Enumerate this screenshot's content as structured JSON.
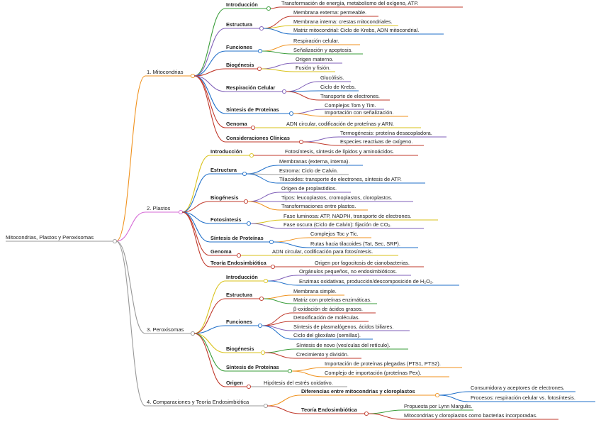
{
  "title": "Mitocondrias, Plastos y Peroxisomas",
  "colors": {
    "green": "#3a9d3a",
    "purple": "#7f5fb8",
    "orange": "#f0921e",
    "red": "#c0392b",
    "blue": "#1f6fc9",
    "yellow": "#d9c21a",
    "gray": "#999999",
    "pink": "#d66ad6"
  },
  "sections": [
    {
      "label": "1. Mitocondrias",
      "topics": [
        {
          "label": "Introducción",
          "leaves": [
            "Transformación de energía, metabolismo del oxígeno, ATP."
          ]
        },
        {
          "label": "Estructura",
          "leaves": [
            "Membrana externa: permeable.",
            "Membrana interna: crestas mitocondriales.",
            "Matriz mitocondrial: Ciclo de Krebs, ADN mitocondrial."
          ]
        },
        {
          "label": "Funciones",
          "leaves": [
            "Respiración celular.",
            "Señalización y apoptosis."
          ]
        },
        {
          "label": "Biogénesis",
          "leaves": [
            "Origen materno.",
            "Fusión y fisión."
          ]
        },
        {
          "label": "Respiración Celular",
          "leaves": [
            "Glucólisis.",
            "Ciclo de Krebs.",
            "Transporte de electrones."
          ]
        },
        {
          "label": "Síntesis de Proteínas",
          "leaves": [
            "Complejos Tom y Tim.",
            "Importación con señalización."
          ]
        },
        {
          "label": "Genoma",
          "leaves": [
            "ADN circular, codificación de proteínas y ARN."
          ]
        },
        {
          "label": "Consideraciones Clínicas",
          "leaves": [
            "Termogénesis: proteína desacopladora.",
            "Especies reactivas de oxígeno."
          ]
        }
      ]
    },
    {
      "label": "2. Plastos",
      "topics": [
        {
          "label": "Introducción",
          "leaves": [
            "Fotosíntesis, síntesis de lípidos y aminoácidos."
          ]
        },
        {
          "label": "Estructura",
          "leaves": [
            "Membranas (externa, interna).",
            "Estroma: Ciclo de Calvin.",
            "Tilacoides: transporte de electrones, síntesis de ATP."
          ]
        },
        {
          "label": "Biogénesis",
          "leaves": [
            "Origen de proplastidios.",
            "Tipos: leucoplastos, cromoplastos, cloroplastos.",
            "Transformaciones entre plastos."
          ]
        },
        {
          "label": "Fotosíntesis",
          "leaves": [
            "Fase luminosa: ATP, NADPH, transporte de electrones.",
            "Fase oscura (Ciclo de Calvin): fijación de CO₂."
          ]
        },
        {
          "label": "Síntesis de Proteínas",
          "leaves": [
            "Complejos Toc y Tic.",
            "Rutas hacia tilacoides (Tat, Sec, SRP)."
          ]
        },
        {
          "label": "Genoma",
          "leaves": [
            "ADN circular, codificación para fotosíntesis."
          ]
        },
        {
          "label": "Teoría Endosimbiótica",
          "leaves": [
            "Origen por fagocitosis de cianobacterias."
          ]
        }
      ]
    },
    {
      "label": "3. Peroxisomas",
      "topics": [
        {
          "label": "Introducción",
          "leaves": [
            "Orgánulos pequeños, no endosimbióticos.",
            "Enzimas oxidativas, producción/descomposición de H₂O₂."
          ]
        },
        {
          "label": "Estructura",
          "leaves": [
            "Membrana simple.",
            "Matriz con proteínas enzimáticas."
          ]
        },
        {
          "label": "Funciones",
          "leaves": [
            "β-oxidación de ácidos grasos.",
            "Detoxificación de moléculas.",
            "Síntesis de plasmalógenos, ácidos biliares.",
            "Ciclo del glioxilato (semillas)."
          ]
        },
        {
          "label": "Biogénesis",
          "leaves": [
            "Síntesis de novo (vesículas del retículo).",
            "Crecimiento y división."
          ]
        },
        {
          "label": "Síntesis de Proteínas",
          "leaves": [
            "Importación de proteínas plegadas (PTS1, PTS2).",
            "Complejo de importación (proteínas Pex)."
          ]
        },
        {
          "label": "Origen",
          "leaves": [
            "Hipótesis del estrés oxidativo."
          ]
        }
      ]
    },
    {
      "label": "4. Comparaciones y Teoría Endosimbiótica",
      "topics": [
        {
          "label": "Diferencias entre mitocondrias y cloroplastos",
          "leaves": [
            "Consumidora y aceptores de electrones.",
            "Procesos: respiración celular vs. fotosíntesis."
          ]
        },
        {
          "label": "Teoría Endosimbiótica",
          "leaves": [
            "Propuesta por Lynn Margulis.",
            "Mitocondrias y cloroplastos como bacterias incorporadas."
          ]
        }
      ]
    }
  ]
}
